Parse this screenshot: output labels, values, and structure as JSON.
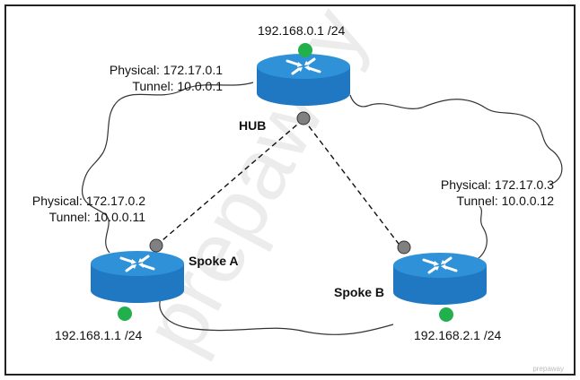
{
  "colors": {
    "frame": "#222222",
    "router_body": "#1f78c1",
    "router_top": "#2f92d8",
    "lan_dot": "#22b04c",
    "tunnel_dot": "#808080",
    "tunnel_line": "#111111",
    "cloud_line": "#333333"
  },
  "watermark": "prepaway",
  "hub": {
    "name": "HUB",
    "lan": "192.168.0.1 /24",
    "physical": "Physical: 172.17.0.1",
    "tunnel": "Tunnel: 10.0.0.1"
  },
  "spoke_a": {
    "name": "Spoke A",
    "lan": "192.168.1.1 /24",
    "physical": "Physical: 172.17.0.2",
    "tunnel": "Tunnel: 10.0.0.11"
  },
  "spoke_b": {
    "name": "Spoke B",
    "lan": "192.168.2.1 /24",
    "physical": "Physical: 172.17.0.3",
    "tunnel": "Tunnel: 10.0.0.12"
  },
  "corner_mark": "prepaway"
}
